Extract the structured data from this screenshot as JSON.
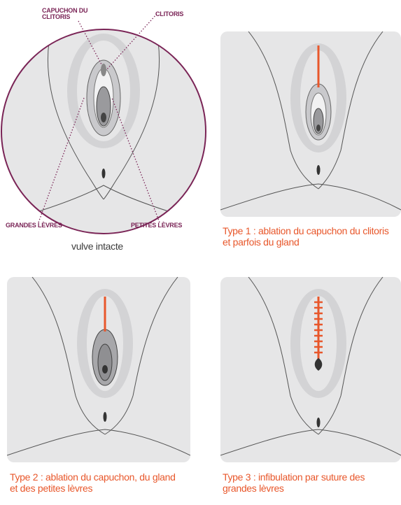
{
  "labels": {
    "capuchon": "CAPUCHON DU\nCLITORIS",
    "clitoris": "CLITORIS",
    "grandes_levres": "GRANDES LÈVRES",
    "petites_levres": "PETITES LÈVRES"
  },
  "captions": {
    "intact": "vulve intacte",
    "type1": "Type 1 : ablation du capuchon du clitoris et parfois du gland",
    "type2": "Type 2 : ablation du capuchon, du gland et des petites lèvres",
    "type3": "Type 3 : infibulation par suture des grandes lèvres"
  },
  "colors": {
    "panel_bg": "#e6e6e7",
    "circle": "#7a2456",
    "cut": "#e8572b",
    "caption": "#e8572b",
    "line": "#555555"
  }
}
